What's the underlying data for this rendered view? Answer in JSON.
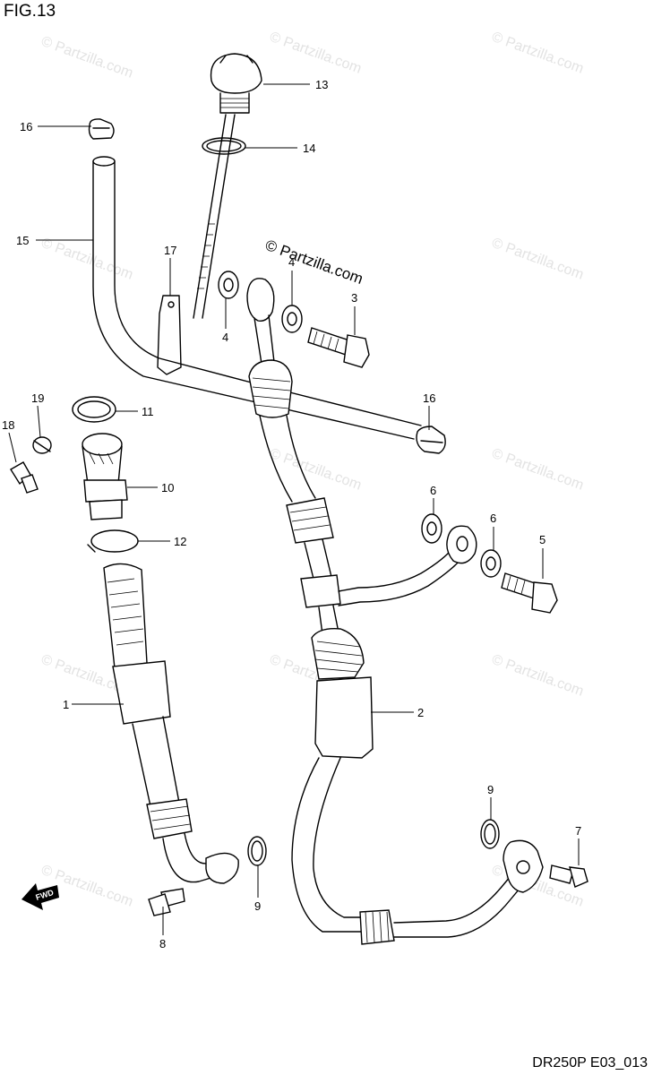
{
  "header": {
    "figure_label": "FIG.13"
  },
  "footer": {
    "diagram_code": "DR250P E03_013"
  },
  "watermark": {
    "text": "© Partzilla.com",
    "color": "#e3e3e3"
  },
  "fwd_marker": {
    "text": "FWD"
  },
  "callouts": [
    {
      "id": "c13a",
      "label": "13"
    },
    {
      "id": "c14",
      "label": "14"
    },
    {
      "id": "c16a",
      "label": "16"
    },
    {
      "id": "c15",
      "label": "15"
    },
    {
      "id": "c17",
      "label": "17"
    },
    {
      "id": "c4a",
      "label": "4"
    },
    {
      "id": "c4b",
      "label": "4"
    },
    {
      "id": "c3",
      "label": "3"
    },
    {
      "id": "c19",
      "label": "19"
    },
    {
      "id": "c11",
      "label": "11"
    },
    {
      "id": "c16b",
      "label": "16"
    },
    {
      "id": "c18",
      "label": "18"
    },
    {
      "id": "c10",
      "label": "10"
    },
    {
      "id": "c6a",
      "label": "6"
    },
    {
      "id": "c6b",
      "label": "6"
    },
    {
      "id": "c5",
      "label": "5"
    },
    {
      "id": "c12",
      "label": "12"
    },
    {
      "id": "c1",
      "label": "1"
    },
    {
      "id": "c2",
      "label": "2"
    },
    {
      "id": "c9a",
      "label": "9"
    },
    {
      "id": "c7",
      "label": "7"
    },
    {
      "id": "c9b",
      "label": "9"
    },
    {
      "id": "c8",
      "label": "8"
    }
  ]
}
